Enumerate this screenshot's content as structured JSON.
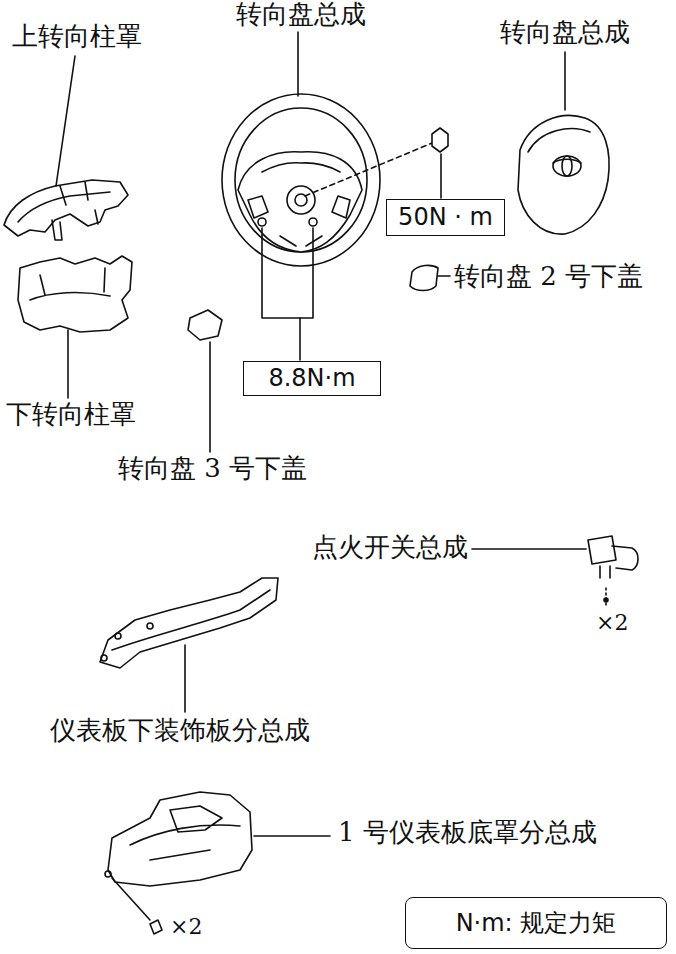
{
  "diagram": {
    "nodes": [
      {
        "text": [
          "50N · m"
        ]
      },
      {
        "text": [
          "8.8N·m"
        ]
      },
      {
        "text": [
          "N·m: 规定力矩"
        ]
      }
    ],
    "labels": [
      "上转向柱罩",
      "转向盘总成",
      "转向盘总成",
      "转向盘 2 号下盖",
      "下转向柱罩",
      "转向盘 3 号下盖",
      "点火开关总成",
      "×2",
      "仪表板下装饰板分总成",
      "1 号仪表板底罩分总成",
      "×2"
    ]
  }
}
